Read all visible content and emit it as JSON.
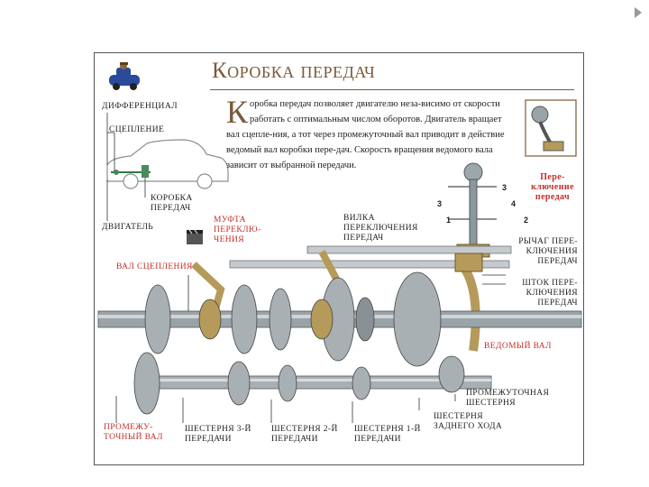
{
  "title": "Коробка передач",
  "intro": {
    "dropcap": "К",
    "text": "оробка передач позволяет двигателю неза-висимо от скорости работать с оптимальным числом оборотов. Двигатель вращает вал сцепле-ния, а тот через промежуточный вал приводит в действие ведомый вал коробки пере-дач. Скорость вращения ведомого вала зависит от выбранной передачи."
  },
  "labels": {
    "differential": "ДИФФЕРЕНЦИАЛ",
    "clutch": "СЦЕПЛЕНИЕ",
    "gearbox": "КОРОБКА ПЕРЕДАЧ",
    "engine": "ДВИГАТЕЛЬ",
    "shift_clutch": "МУФТА ПЕРЕКЛЮ-ЧЕНИЯ",
    "fork": "ВИЛКА ПЕРЕКЛЮЧЕНИЯ ПЕРЕДАЧ",
    "shift_switching": "Пере-ключение передач",
    "lever": "РЫЧАГ ПЕРЕ-КЛЮЧЕНИЯ ПЕРЕДАЧ",
    "rod": "ШТОК ПЕРЕ-КЛЮЧЕНИЯ ПЕРЕДАЧ",
    "clutch_shaft": "ВАЛ СЦЕПЛЕНИЯ",
    "output_shaft": "ВЕДОМЫЙ ВАЛ",
    "idler_gear": "ПРОМЕЖУТОЧНАЯ ШЕСТЕРНЯ",
    "counter_shaft": "ПРОМЕЖУ-ТОЧНЫЙ ВАЛ",
    "gear3": "ШЕСТЕРНЯ 3-Й ПЕРЕДАЧИ",
    "gear2": "ШЕСТЕРНЯ 2-Й ПЕРЕДАЧИ",
    "gear1": "ШЕСТЕРНЯ 1-Й ПЕРЕДАЧИ",
    "reverse_gear": "ШЕСТЕРНЯ ЗАДНЕГО ХОДА"
  },
  "gear_positions": [
    "3",
    "4",
    "1",
    "2"
  ],
  "colors": {
    "title": "#7a5a3a",
    "highlight": "#c0302a",
    "shaft": "#9aa3a8",
    "gear": "#a9b0b4",
    "brass": "#b59a5a"
  },
  "icons": [
    "car-logo-icon",
    "film-clapper-icon"
  ]
}
